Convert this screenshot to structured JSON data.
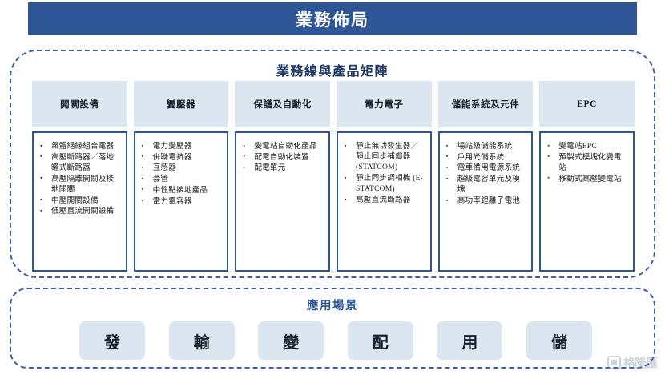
{
  "banner": {
    "title": "業務佈局"
  },
  "matrix": {
    "title": "業務線與產品矩陣",
    "columns": [
      {
        "header": "開關設備",
        "items": [
          "氣體絕緣組合電器",
          "高壓斷路器／落地罐式斷路器",
          "高壓隔離開關及接地開關",
          "中壓開關設備",
          "低壓直流開關設備"
        ]
      },
      {
        "header": "變壓器",
        "items": [
          "電力變壓器",
          "併聯電抗器",
          "互感器",
          "套管",
          "中性點接地產品",
          "電力電容器"
        ]
      },
      {
        "header": "保護及自動化",
        "items": [
          "變電站自動化產品",
          "配電自動化裝置",
          "配電單元"
        ]
      },
      {
        "header": "電力電子",
        "items": [
          "靜止無功發生器／靜止同步補償器 (STATCOM)",
          "靜止同步調相機 (E-STATCOM)",
          "高壓直流斷路器"
        ]
      },
      {
        "header": "儲能系統及元件",
        "items": [
          "場站級儲能系統",
          "戶用光儲系統",
          "電車備用電源系統",
          "超級電容單元及模塊",
          "高功率鋰離子電池"
        ]
      },
      {
        "header": "EPC",
        "items": [
          "變電站EPC",
          "預製式模塊化變電站",
          "移動式高壓變電站"
        ]
      }
    ]
  },
  "applications": {
    "title": "應用場景",
    "boxes": [
      "發",
      "輸",
      "變",
      "配",
      "用",
      "儲"
    ]
  },
  "watermark": {
    "text": "格隆匯"
  },
  "colors": {
    "banner_blue": "#2E5596",
    "dashed_border": "#3B5FA8",
    "box_fill": "#DCE6F1",
    "title_navy": "#1F3864"
  }
}
